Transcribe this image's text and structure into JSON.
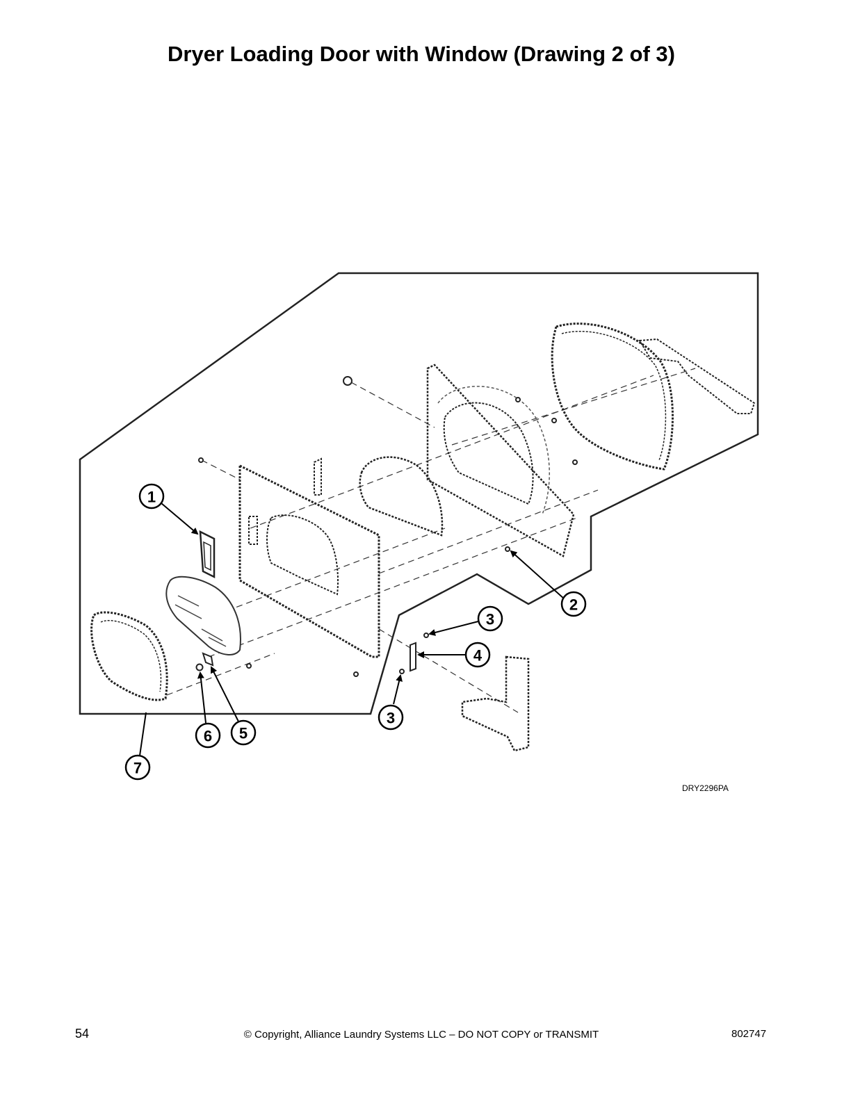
{
  "title": "Dryer Loading Door with Window (Drawing 2 of 3)",
  "drawing_code": "DRY2296PA",
  "callouts": [
    "1",
    "2",
    "3",
    "3",
    "4",
    "5",
    "6",
    "7"
  ],
  "footer": {
    "page_number": "54",
    "copyright": "© Copyright, Alliance Laundry Systems LLC – DO NOT COPY or TRANSMIT",
    "document_number": "802747"
  }
}
